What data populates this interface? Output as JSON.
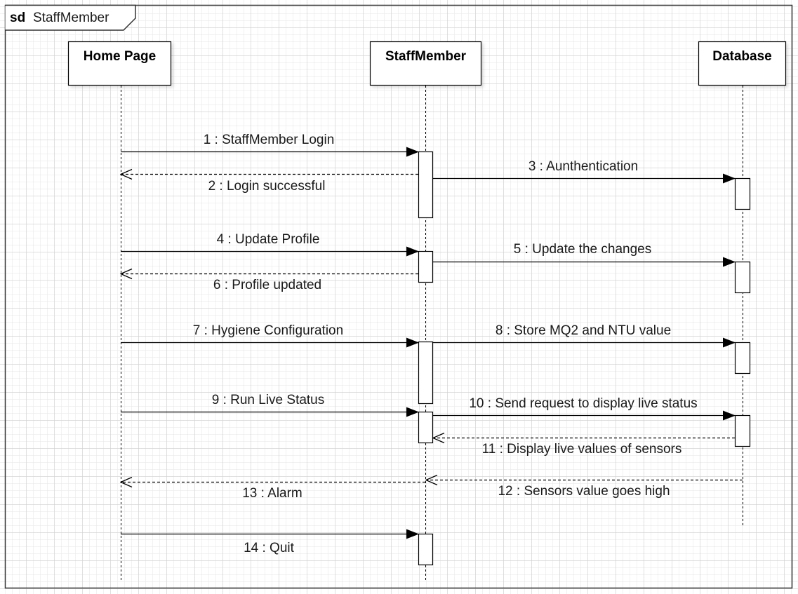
{
  "frame": {
    "keyword": "sd",
    "name": "StaffMember"
  },
  "actors": [
    {
      "id": "home",
      "label": "Home Page"
    },
    {
      "id": "staff",
      "label": "StaffMember"
    },
    {
      "id": "db",
      "label": "Database"
    }
  ],
  "messages": [
    {
      "label": "1 : StaffMember Login",
      "from": "home",
      "to": "staff",
      "kind": "call"
    },
    {
      "label": "2 : Login successful",
      "from": "staff",
      "to": "home",
      "kind": "return"
    },
    {
      "label": "3 : Aunthentication",
      "from": "staff",
      "to": "db",
      "kind": "call"
    },
    {
      "label": "4 : Update Profile",
      "from": "home",
      "to": "staff",
      "kind": "call"
    },
    {
      "label": "5 : Update the changes",
      "from": "staff",
      "to": "db",
      "kind": "call"
    },
    {
      "label": "6 : Profile updated",
      "from": "staff",
      "to": "home",
      "kind": "return"
    },
    {
      "label": "7 : Hygiene Configuration",
      "from": "home",
      "to": "staff",
      "kind": "call"
    },
    {
      "label": "8 : Store MQ2 and NTU value",
      "from": "staff",
      "to": "db",
      "kind": "call"
    },
    {
      "label": "9 : Run Live Status",
      "from": "home",
      "to": "staff",
      "kind": "call"
    },
    {
      "label": "10 : Send request to display live status",
      "from": "staff",
      "to": "db",
      "kind": "call"
    },
    {
      "label": "11 : Display live values of sensors",
      "from": "db",
      "to": "staff",
      "kind": "return"
    },
    {
      "label": "12 : Sensors value goes high",
      "from": "db",
      "to": "staff",
      "kind": "return"
    },
    {
      "label": "13 : Alarm",
      "from": "staff",
      "to": "home",
      "kind": "return"
    },
    {
      "label": "14 : Quit",
      "from": "home",
      "to": "staff",
      "kind": "call"
    }
  ],
  "colors": {
    "line": "#000000",
    "frame": "#333333",
    "box_fill": "#ffffff"
  }
}
